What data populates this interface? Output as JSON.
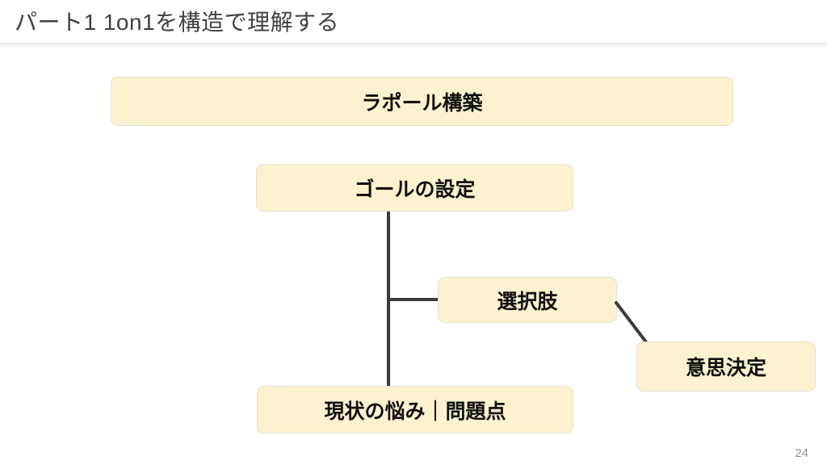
{
  "slide": {
    "title": "パート1 1on1を構造で理解する",
    "page_number": "24"
  },
  "diagram": {
    "nodes": [
      {
        "id": "rapport",
        "label": "ラポール構築"
      },
      {
        "id": "goal-setting",
        "label": "ゴールの設定"
      },
      {
        "id": "options",
        "label": "選択肢"
      },
      {
        "id": "decision",
        "label": "意思決定"
      },
      {
        "id": "current-problems",
        "label": "現状の悩み｜問題点"
      }
    ],
    "connectors": [
      {
        "from": "goal-setting",
        "to": "current-problems",
        "shape": "vertical-line"
      },
      {
        "from": "goal-setting",
        "to": "options",
        "shape": "branch-line"
      },
      {
        "from": "options",
        "to": "decision",
        "shape": "diagonal-line"
      }
    ],
    "colors": {
      "background": "#FFFFFF",
      "node_fill": "#FCF2CF",
      "node_border": "#E3E0D5",
      "node_text": "#111111",
      "connector": "#3B3B3B",
      "title_text": "#3E4145",
      "divider": "#E9E9E9",
      "page_number": "#8E9297"
    }
  }
}
